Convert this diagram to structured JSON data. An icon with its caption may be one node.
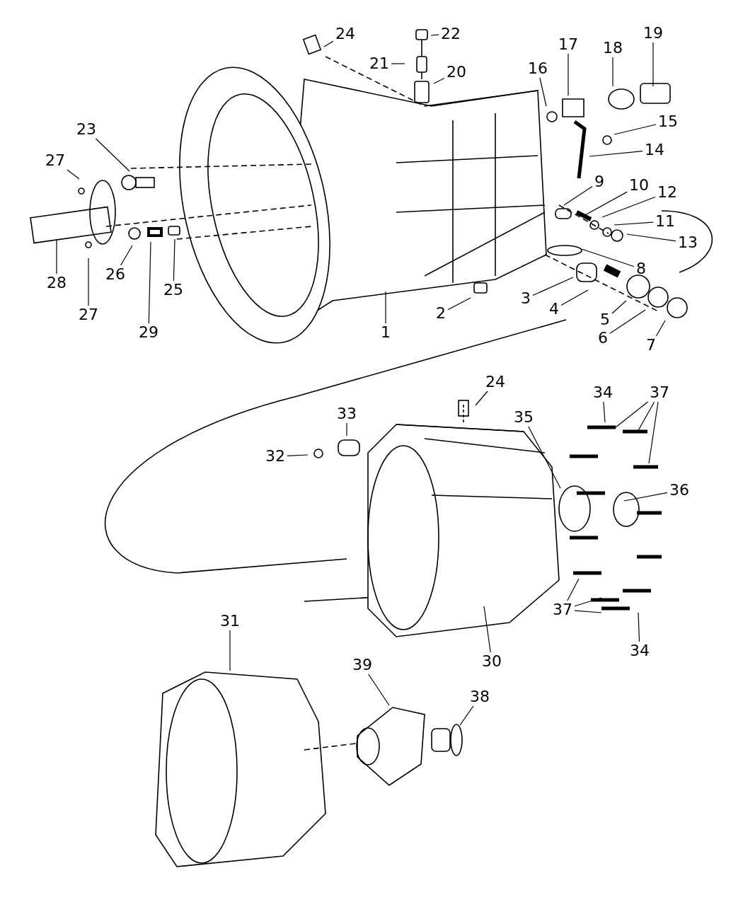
{
  "diagram": {
    "nodes": [
      {
        "text": [
          "24"
        ]
      },
      {
        "text": [
          "22"
        ]
      },
      {
        "text": [
          "17"
        ]
      },
      {
        "text": [
          "18"
        ]
      },
      {
        "text": [
          "19"
        ]
      },
      {
        "text": [
          "21"
        ]
      },
      {
        "text": [
          "16"
        ]
      },
      {
        "text": [
          "20"
        ]
      },
      {
        "text": [
          "15"
        ]
      },
      {
        "text": [
          "23"
        ]
      },
      {
        "text": [
          "14"
        ]
      },
      {
        "text": [
          "27"
        ]
      },
      {
        "text": [
          "9"
        ]
      },
      {
        "text": [
          "10"
        ]
      },
      {
        "text": [
          "12"
        ]
      },
      {
        "text": [
          "11"
        ]
      },
      {
        "text": [
          "13"
        ]
      },
      {
        "text": [
          "8"
        ]
      },
      {
        "text": [
          "26"
        ]
      },
      {
        "text": [
          "28"
        ]
      },
      {
        "text": [
          "25"
        ]
      },
      {
        "text": [
          "3"
        ]
      },
      {
        "text": [
          "4"
        ]
      },
      {
        "text": [
          "2"
        ]
      },
      {
        "text": [
          "27"
        ]
      },
      {
        "text": [
          "5"
        ]
      },
      {
        "text": [
          "1"
        ]
      },
      {
        "text": [
          "29"
        ]
      },
      {
        "text": [
          "6"
        ]
      },
      {
        "text": [
          "7"
        ]
      },
      {
        "text": [
          "24"
        ]
      },
      {
        "text": [
          "34"
        ]
      },
      {
        "text": [
          "37"
        ]
      },
      {
        "text": [
          "33"
        ]
      },
      {
        "text": [
          "35"
        ]
      },
      {
        "text": [
          "32"
        ]
      },
      {
        "text": [
          "36"
        ]
      },
      {
        "text": [
          "37"
        ]
      },
      {
        "text": [
          "31"
        ]
      },
      {
        "text": [
          "34"
        ]
      },
      {
        "text": [
          "30"
        ]
      },
      {
        "text": [
          "39"
        ]
      },
      {
        "text": [
          "38"
        ]
      }
    ],
    "edges": [
      {
        "from": 0,
        "to": null,
        "arrow": "none"
      },
      {
        "from": 1,
        "to": null,
        "arrow": "none"
      },
      {
        "from": 2,
        "to": null,
        "arrow": "none"
      },
      {
        "from": 3,
        "to": null,
        "arrow": "none"
      },
      {
        "from": 4,
        "to": null,
        "arrow": "none"
      },
      {
        "from": 5,
        "to": null,
        "arrow": "none"
      },
      {
        "from": 6,
        "to": null,
        "arrow": "none"
      },
      {
        "from": 7,
        "to": null,
        "arrow": "none"
      },
      {
        "from": 8,
        "to": null,
        "arrow": "none"
      },
      {
        "from": 9,
        "to": null,
        "arrow": "none"
      },
      {
        "from": 10,
        "to": null,
        "arrow": "none"
      },
      {
        "from": 11,
        "to": null,
        "arrow": "none"
      },
      {
        "from": 12,
        "to": null,
        "arrow": "none"
      },
      {
        "from": 13,
        "to": null,
        "arrow": "none"
      },
      {
        "from": 14,
        "to": null,
        "arrow": "none"
      },
      {
        "from": 15,
        "to": null,
        "arrow": "none"
      },
      {
        "from": 16,
        "to": null,
        "arrow": "none"
      },
      {
        "from": 17,
        "to": null,
        "arrow": "none"
      },
      {
        "from": 18,
        "to": null,
        "arrow": "none"
      },
      {
        "from": 19,
        "to": null,
        "arrow": "none"
      },
      {
        "from": 20,
        "to": null,
        "arrow": "none"
      },
      {
        "from": 21,
        "to": null,
        "arrow": "none"
      },
      {
        "from": 22,
        "to": null,
        "arrow": "none"
      },
      {
        "from": 23,
        "to": null,
        "arrow": "none"
      },
      {
        "from": 24,
        "to": null,
        "arrow": "none"
      },
      {
        "from": 25,
        "to": null,
        "arrow": "none"
      },
      {
        "from": 26,
        "to": null,
        "arrow": "none"
      },
      {
        "from": 27,
        "to": null,
        "arrow": "none"
      },
      {
        "from": 28,
        "to": null,
        "arrow": "none"
      },
      {
        "from": 29,
        "to": null,
        "arrow": "none"
      },
      {
        "from": 30,
        "to": null,
        "arrow": "none"
      },
      {
        "from": 31,
        "to": null,
        "arrow": "none"
      },
      {
        "from": 32,
        "to": null,
        "arrow": "none"
      },
      {
        "from": 32,
        "to": null,
        "arrow": "none"
      },
      {
        "from": 32,
        "to": null,
        "arrow": "none"
      },
      {
        "from": 33,
        "to": null,
        "arrow": "none"
      },
      {
        "from": 34,
        "to": null,
        "arrow": "none"
      },
      {
        "from": 35,
        "to": null,
        "arrow": "none"
      },
      {
        "from": 36,
        "to": null,
        "arrow": "none"
      },
      {
        "from": 37,
        "to": null,
        "arrow": "none"
      },
      {
        "from": 37,
        "to": null,
        "arrow": "none"
      },
      {
        "from": 37,
        "to": null,
        "arrow": "none"
      },
      {
        "from": 38,
        "to": null,
        "arrow": "none"
      },
      {
        "from": 39,
        "to": null,
        "arrow": "none"
      },
      {
        "from": 40,
        "to": null,
        "arrow": "none"
      },
      {
        "from": 41,
        "to": null,
        "arrow": "none"
      },
      {
        "from": 42,
        "to": null,
        "arrow": "none"
      }
    ]
  }
}
